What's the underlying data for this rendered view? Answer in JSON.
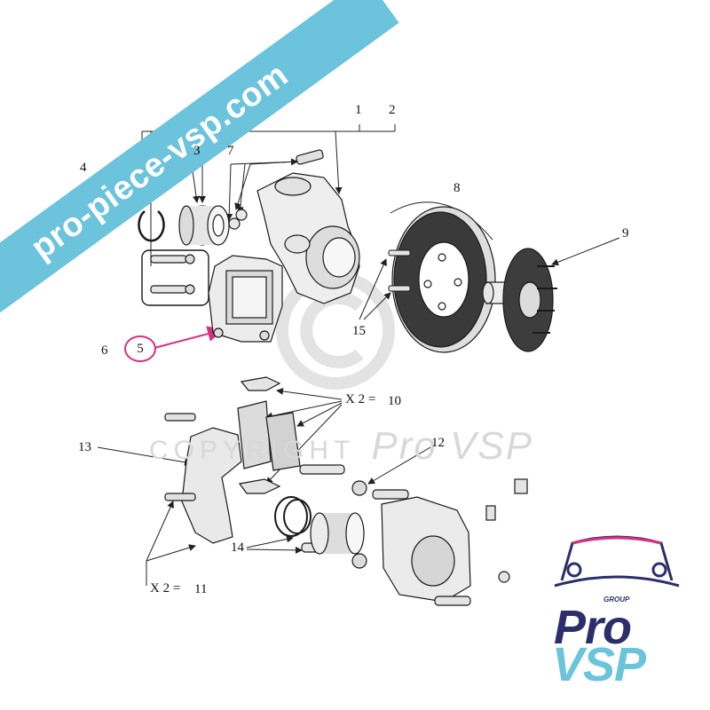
{
  "watermark": {
    "banner_text": "pro-piece-vsp.com",
    "banner_color": "#6cc3dc",
    "copyright_text": "COPYRIGHT",
    "copyright_brand": "Pro VSP"
  },
  "logo": {
    "group_text": "GROUP",
    "pro_text": "Pro",
    "vsp_text": "VSP",
    "primary_color": "#2b2e6b",
    "accent_color": "#6cc3dc",
    "highlight_color": "#d6317f"
  },
  "callouts": {
    "c1": "1",
    "c2": "2",
    "c3": "3",
    "c4": "4",
    "c5": "5",
    "c6": "6",
    "c7": "7",
    "c8": "8",
    "c9": "9",
    "c10_prefix": "X 2 =",
    "c10": "10",
    "c11_prefix": "X 2 =",
    "c11": "11",
    "c12": "12",
    "c13": "13",
    "c14": "14",
    "c15": "15"
  }
}
